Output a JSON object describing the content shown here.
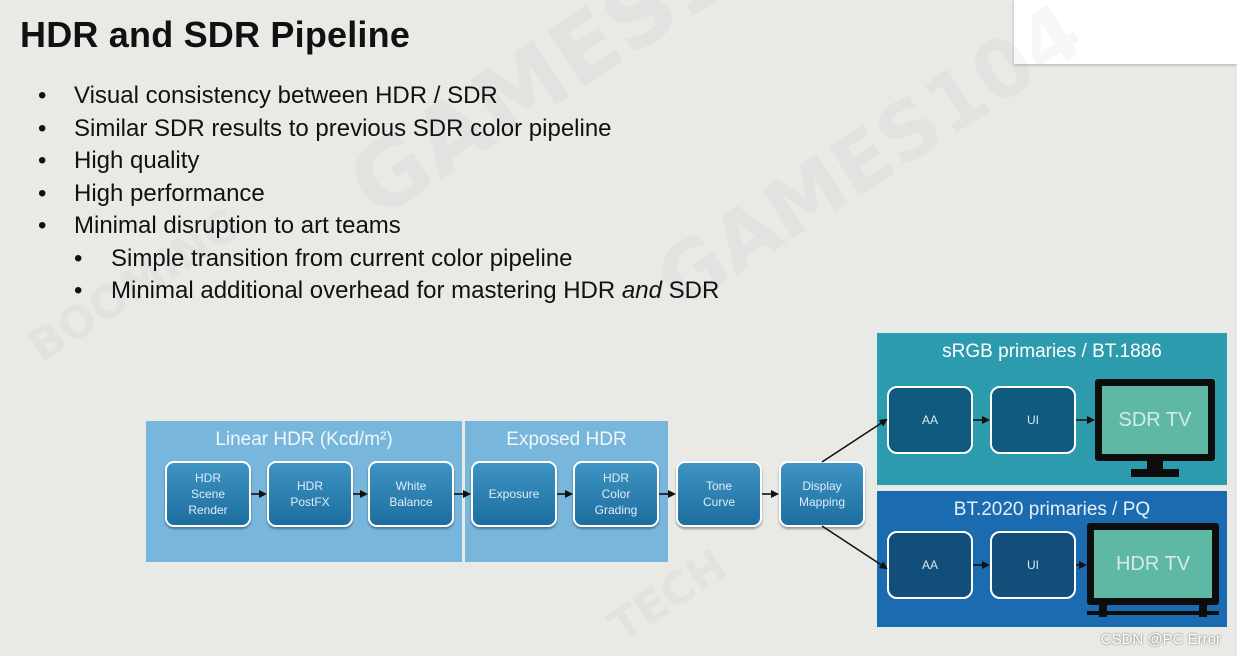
{
  "slide": {
    "title": "HDR and SDR Pipeline",
    "bullets": [
      "Visual consistency between HDR / SDR",
      "Similar SDR results to previous SDR color pipeline",
      "High quality",
      "High performance",
      "Minimal disruption to art teams"
    ],
    "sub_bullets": [
      "Simple transition from current color pipeline",
      {
        "before": "Minimal additional overhead for mastering HDR ",
        "emphasis": "and",
        "after": " SDR"
      }
    ]
  },
  "watermark": {
    "brand": "GAMES104",
    "partner_line1": "BOOMING",
    "partner_line2": "TECH"
  },
  "diagram": {
    "group_linear_label": "Linear HDR (Kcd/m²)",
    "group_exposed_label": "Exposed HDR",
    "blocks": {
      "scene_render": "HDR\nScene\nRender",
      "postfx": "HDR\nPostFX",
      "white_balance": "White\nBalance",
      "exposure": "Exposure",
      "color_grading": "HDR\nColor\nGrading",
      "tone_curve": "Tone\nCurve",
      "display_mapping": "Display\nMapping"
    },
    "sdr_output": {
      "label": "sRGB primaries / BT.1886",
      "aa": "AA",
      "ui": "UI",
      "tv": "SDR TV"
    },
    "hdr_output": {
      "label": "BT.2020 primaries / PQ",
      "aa": "AA",
      "ui": "UI",
      "tv": "HDR TV"
    },
    "colors": {
      "group_panel": "#79b6dc",
      "block_fill": "#1c6e9f",
      "sdr_panel": "#2d9bae",
      "hdr_panel": "#1a6bb0",
      "tv_screen": "#5fb8a3"
    }
  },
  "credit": "CSDN @PC Error"
}
